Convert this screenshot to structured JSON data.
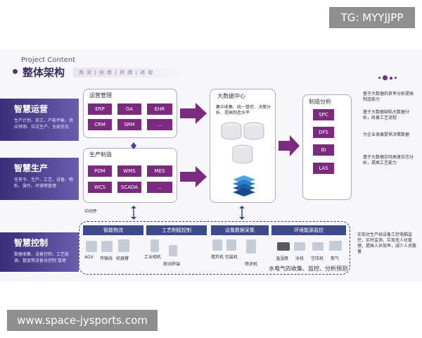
{
  "watermark_tg": "TG: MYYJJPP",
  "watermark_site": "www.space-jysports.com",
  "header": {
    "project_label": "Project Content",
    "title": "整体架构",
    "subtitle": "务 实 | 创 新 | 拼 搏 | 进 取"
  },
  "sides": [
    {
      "title": "智慧运营",
      "desc": "生产计划、员工、产能平衡、供应预测、拉式生产、全局优化"
    },
    {
      "title": "智慧生产",
      "desc": "任务令、生产、工艺、设备、物料、操作、环境等管理"
    },
    {
      "title": "智慧控制",
      "desc": "数据收集、设备控制、工艺能源、暂驱等设备协控制 管理"
    }
  ],
  "ops": {
    "label": "运营管理",
    "buttons": [
      "ERP",
      "OA",
      "EHR",
      "CRM",
      "SRM",
      "..."
    ]
  },
  "prod": {
    "label": "生产制造",
    "buttons": [
      "PDM",
      "WMS",
      "MES",
      "WCS",
      "SCADA",
      "..."
    ]
  },
  "middleware_label": "中间件",
  "bigdata": {
    "label": "大数据中心",
    "desc": "集中收集、统一管控、决策分析、提高制造水平"
  },
  "analysis": {
    "label": "制造分析",
    "buttons": [
      "SPC",
      "DFS",
      "BI",
      "LAS"
    ],
    "notes": [
      "基于大数据的良率分析提高制造能力",
      "基于大数据缺陷大数据分析，改善工艺流程",
      "为企业发展提供决策数据",
      "基于大数据实时高速日志分析，提高工艺能力"
    ]
  },
  "control": {
    "groups": [
      "智能物流",
      "工艺制程控制",
      "设备数据采集",
      "环境能源监控"
    ],
    "devices": [
      "AGV",
      "传输线",
      "机器臂",
      "工业相机",
      "移动终端",
      "搅拌机",
      "包装机",
      "喷涂机",
      "温湿度",
      "冰机",
      "空压机",
      "氮气"
    ],
    "footer": "水电气的收集、监控、分析预测",
    "note": "实现对生产线设备工控电脑监控，实时监测，实现无人化管理，提高人员效率，减少人员数量"
  },
  "colors": {
    "accent": "#7a2b80",
    "navy": "#3c2d78",
    "group_blue": "#3f4a8a"
  }
}
